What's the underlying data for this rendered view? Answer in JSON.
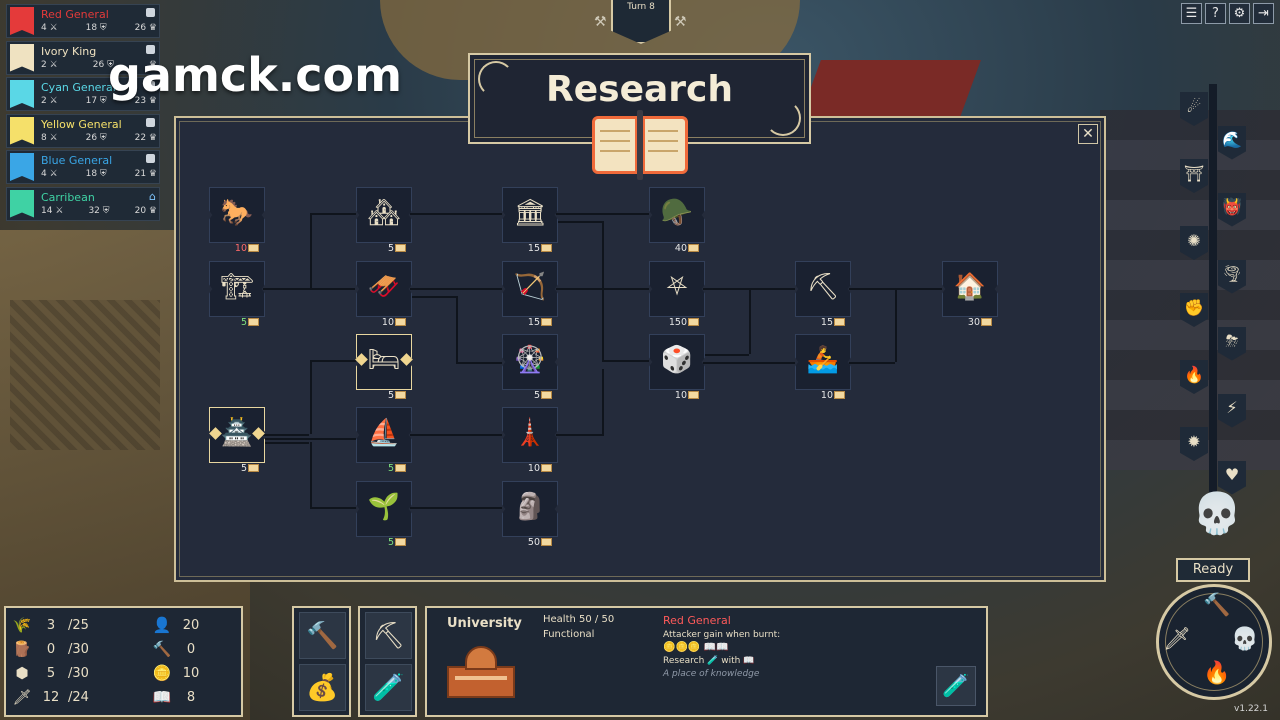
{
  "watermark": "gamck.com",
  "turn": {
    "label": "Turn 8"
  },
  "players": [
    {
      "name": "Red General",
      "color": "#e43a3a",
      "stat1": "4",
      "stat2": "18",
      "stat3": "26"
    },
    {
      "name": "Ivory King",
      "color": "#efe2c1",
      "stat1": "2",
      "stat2": "26",
      "stat3": ""
    },
    {
      "name": "Cyan General",
      "color": "#5ad7e6",
      "stat1": "2",
      "stat2": "17",
      "stat3": "23"
    },
    {
      "name": "Yellow General",
      "color": "#f5e06a",
      "stat1": "8",
      "stat2": "26",
      "stat3": "22"
    },
    {
      "name": "Blue General",
      "color": "#3aa6e6",
      "stat1": "4",
      "stat2": "18",
      "stat3": "21"
    },
    {
      "name": "Carribean",
      "color": "#3fd2a4",
      "stat1": "14",
      "stat2": "32",
      "stat3": "20"
    }
  ],
  "top_buttons": [
    {
      "icon": "menu-icon",
      "glyph": "☰"
    },
    {
      "icon": "help-icon",
      "glyph": "?"
    },
    {
      "icon": "gear-icon",
      "glyph": "⚙"
    },
    {
      "icon": "exit-icon",
      "glyph": "⇥"
    }
  ],
  "research": {
    "title": "Research",
    "close_glyph": "✕",
    "techs": [
      {
        "id": "t1",
        "icon": "🐎",
        "cost": "10",
        "cost_style": "red"
      },
      {
        "id": "t2",
        "icon": "🏘",
        "cost": "5",
        "cost_style": ""
      },
      {
        "id": "t3",
        "icon": "🏛",
        "cost": "15",
        "cost_style": ""
      },
      {
        "id": "t4",
        "icon": "🪖",
        "cost": "40",
        "cost_style": ""
      },
      {
        "id": "t5",
        "icon": "🏗",
        "cost": "5",
        "cost_style": "green"
      },
      {
        "id": "t6",
        "icon": "🛷",
        "cost": "10",
        "cost_style": ""
      },
      {
        "id": "t7",
        "icon": "🏹",
        "cost": "15",
        "cost_style": ""
      },
      {
        "id": "t8",
        "icon": "⛧",
        "cost": "150",
        "cost_style": ""
      },
      {
        "id": "t9",
        "icon": "⛏",
        "cost": "15",
        "cost_style": ""
      },
      {
        "id": "t10",
        "icon": "🏠",
        "cost": "30",
        "cost_style": ""
      },
      {
        "id": "t11",
        "icon": "🛏",
        "cost": "5",
        "cost_style": ""
      },
      {
        "id": "t12",
        "icon": "🎡",
        "cost": "5",
        "cost_style": ""
      },
      {
        "id": "t13",
        "icon": "🎲",
        "cost": "10",
        "cost_style": ""
      },
      {
        "id": "t14",
        "icon": "🚣",
        "cost": "10",
        "cost_style": ""
      },
      {
        "id": "t15",
        "icon": "🏯",
        "cost": "5",
        "cost_style": ""
      },
      {
        "id": "t16",
        "icon": "⛵",
        "cost": "5",
        "cost_style": "green"
      },
      {
        "id": "t17",
        "icon": "🗼",
        "cost": "10",
        "cost_style": ""
      },
      {
        "id": "t18",
        "icon": "🌱",
        "cost": "5",
        "cost_style": "green"
      },
      {
        "id": "t19",
        "icon": "🗿",
        "cost": "50",
        "cost_style": ""
      }
    ]
  },
  "events": [
    {
      "name": "comet-icon",
      "glyph": "☄"
    },
    {
      "name": "wave-icon",
      "glyph": "🌊"
    },
    {
      "name": "shrine-icon",
      "glyph": "⛩"
    },
    {
      "name": "demon-icon",
      "glyph": "👹"
    },
    {
      "name": "virus-icon",
      "glyph": "✺"
    },
    {
      "name": "tornado-icon",
      "glyph": "🌪"
    },
    {
      "name": "fist-icon",
      "glyph": "✊"
    },
    {
      "name": "storm-icon",
      "glyph": "⛈"
    },
    {
      "name": "fire-icon",
      "glyph": "🔥"
    },
    {
      "name": "lightning-icon",
      "glyph": "⚡"
    },
    {
      "name": "plague-icon",
      "glyph": "✹"
    },
    {
      "name": "heart-icon",
      "glyph": "♥"
    }
  ],
  "ready": {
    "label": "Ready"
  },
  "version": "v1.22.1",
  "resources": [
    {
      "icon": "wheat-icon",
      "glyph": "🌾",
      "value": "3",
      "max": "/25"
    },
    {
      "icon": "wood-icon",
      "glyph": "🪵",
      "value": "0",
      "max": "/30"
    },
    {
      "icon": "stone-icon",
      "glyph": "⬢",
      "value": "5",
      "max": "/30"
    },
    {
      "icon": "sword-icon",
      "glyph": "🗡",
      "value": "12",
      "max": "/24"
    }
  ],
  "resources_right": [
    {
      "icon": "population-icon",
      "glyph": "👤",
      "value": "20"
    },
    {
      "icon": "hammer-icon",
      "glyph": "🔨",
      "value": "0"
    },
    {
      "icon": "gold-icon",
      "glyph": "🪙",
      "value": "10"
    },
    {
      "icon": "book-icon",
      "glyph": "📖",
      "value": "8"
    }
  ],
  "info": {
    "building_name": "University",
    "health": "Health 50 / 50",
    "status": "Functional",
    "owner": "Red General",
    "attacker_line": "Attacker gain when burnt:",
    "research_line": "Research 🧪 with 📖",
    "description": "A place of knowledge"
  }
}
